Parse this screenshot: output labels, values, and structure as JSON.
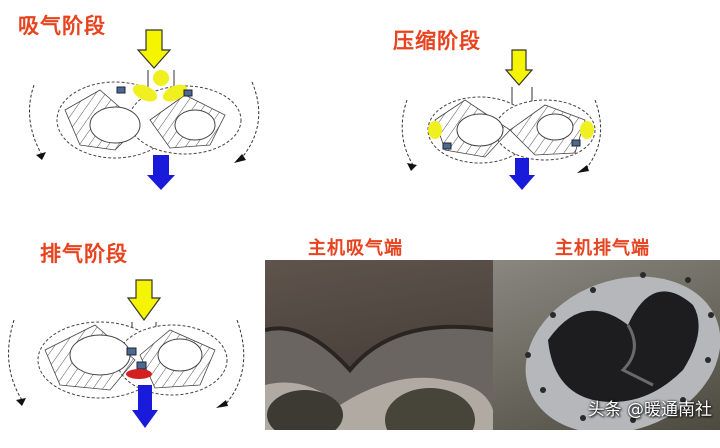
{
  "stages": [
    {
      "label": "吸气阶段",
      "description": "suction stage"
    },
    {
      "label": "压缩阶段",
      "description": "compression stage"
    },
    {
      "label": "排气阶段",
      "description": "discharge stage"
    }
  ],
  "photos": [
    {
      "label": "主机吸气端"
    },
    {
      "label": "主机排气端"
    }
  ],
  "watermark": "头条 @暖通南社",
  "colors": {
    "title": "#e8431f",
    "inlet_arrow": "#f5f500",
    "outlet_arrow": "#1a1adb",
    "gas_pocket": "#f0f020",
    "discharge_pocket": "#d42020",
    "port_marker": "#4a6a90"
  }
}
